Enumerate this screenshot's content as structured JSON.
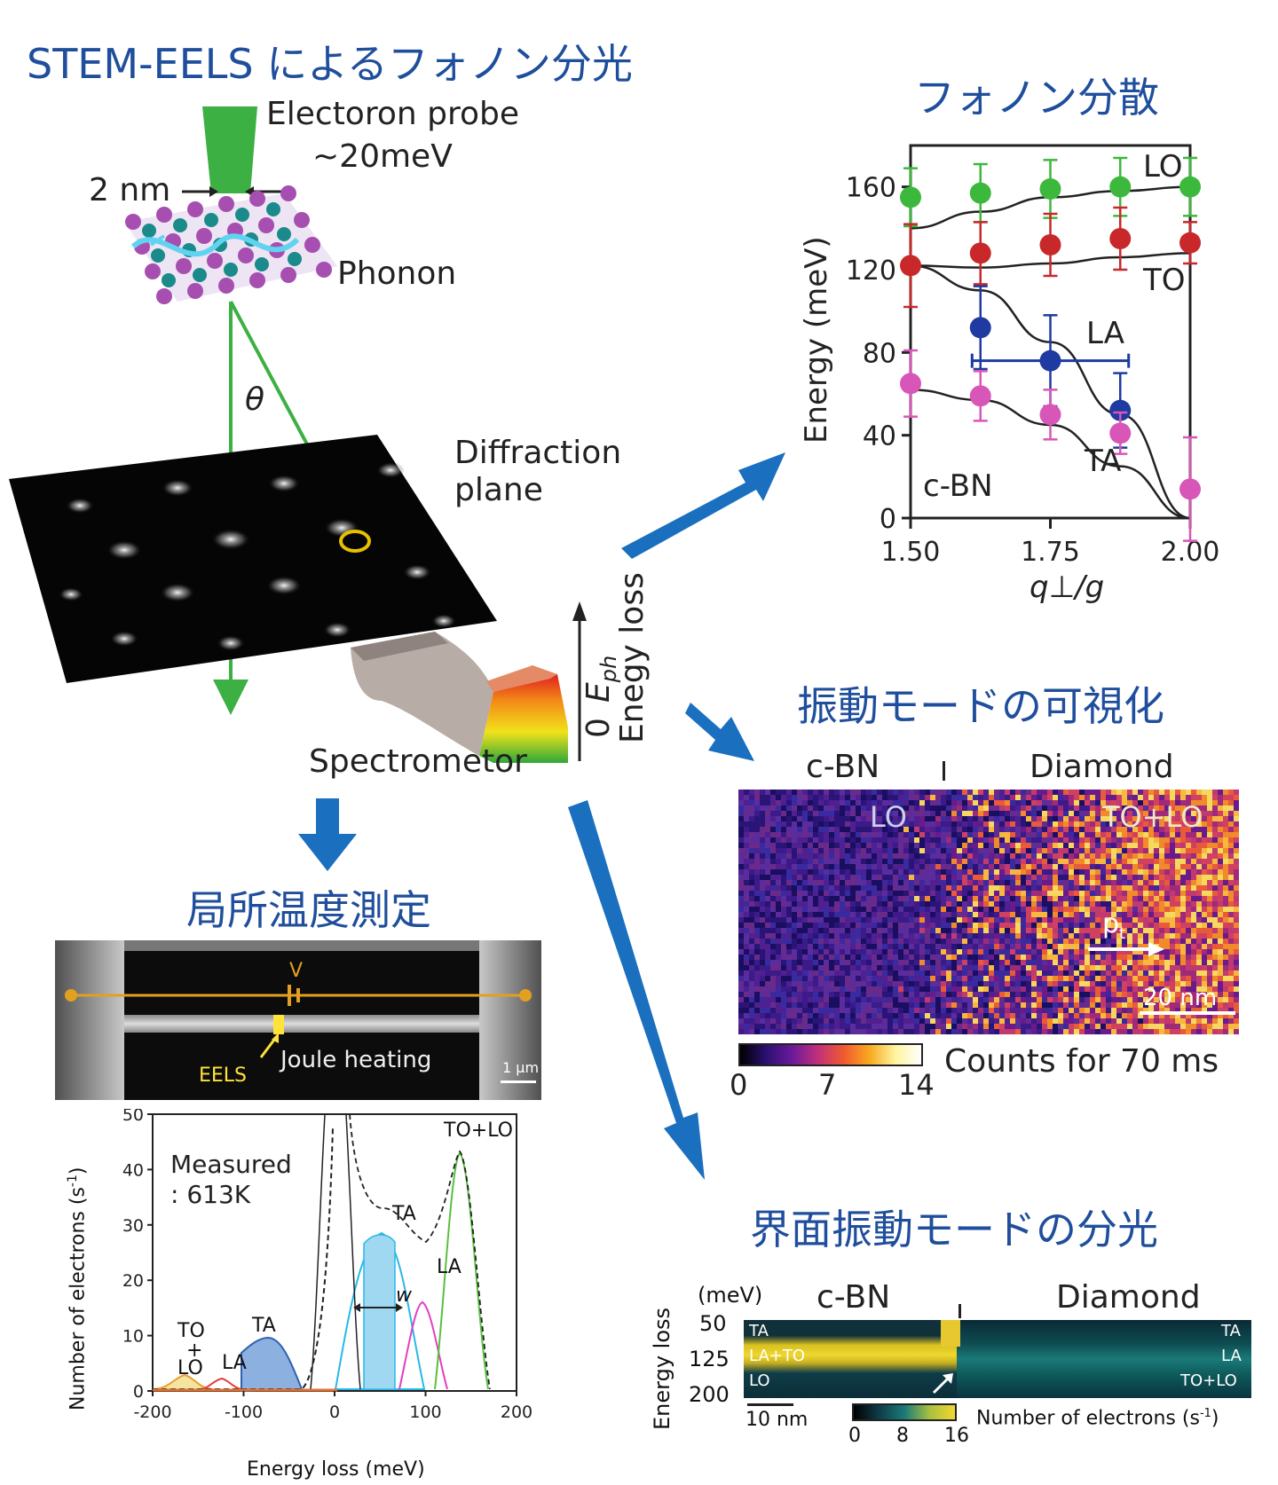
{
  "titles": {
    "main": "STEM-EELS によるフォノン分光",
    "dispersion": "フォノン分散",
    "vibration": "振動モードの可視化",
    "temperature": "局所温度測定",
    "interface": "界面振動モードの分光"
  },
  "schematic": {
    "probe_label_1": "Electoron probe",
    "probe_label_2": "~20meV",
    "size_label": "2 nm",
    "phonon_label": "Phonon",
    "theta_label": "θ",
    "diffraction_label_1": "Diffraction",
    "diffraction_label_2": "plane",
    "spectrometer_label": "Spectrometor",
    "energy_axis_label": "Enegy loss",
    "eph_label": "E",
    "eph_sub": "ph",
    "zero_label": "0"
  },
  "dispersion_chart": {
    "ylabel": "Energy (meV)",
    "xlabel": "q⊥/g",
    "material": "c-BN",
    "yticks": [
      "0",
      "40",
      "80",
      "120",
      "160"
    ],
    "xticks": [
      "1.50",
      "1.75",
      "2.00"
    ],
    "branch_labels": [
      "LO",
      "TO",
      "LA",
      "TA"
    ]
  },
  "vibration_map": {
    "left_label": "c-BN",
    "right_label": "Diamond",
    "left_mode": "LO",
    "right_mode": "TO+LO",
    "momentum_label": "p",
    "momentum_sub": "t",
    "scalebar": "20 nm",
    "colorbar_ticks": [
      "0",
      "7",
      "14"
    ],
    "colorbar_label": "Counts for 70 ms"
  },
  "temperature_image": {
    "voltage_label": "V",
    "eels_label": "EELS",
    "joule_label": "Joule heating",
    "scalebar": "1 μm"
  },
  "spectrum_chart": {
    "ylabel": "Number of electrons (s",
    "ylabel_sup": "-1",
    "ylabel_end": ")",
    "xlabel": "Energy loss (meV)",
    "measured_1": "Measured",
    "measured_2": ": 613K",
    "yticks": [
      "0",
      "10",
      "20",
      "30",
      "40",
      "50"
    ],
    "xticks": [
      "-200",
      "-100",
      "0",
      "100",
      "200"
    ],
    "peak_labels": {
      "to": "TO",
      "plus": "+",
      "lo": "LO",
      "la_neg": "LA",
      "ta_neg": "TA",
      "ta_pos": "TA",
      "la_pos": "LA",
      "tolo_pos": "TO+LO",
      "width": "w"
    }
  },
  "interface_map": {
    "ylabel": "Energy loss",
    "yunit": "(meV)",
    "yticks": [
      "50",
      "125",
      "200"
    ],
    "left_label": "c-BN",
    "right_label": "Diamond",
    "left_modes": [
      "TA",
      "LA+TO",
      "LO"
    ],
    "right_modes": [
      "TA",
      "LA",
      "TO+LO"
    ],
    "scalebar": "10 nm",
    "colorbar_ticks": [
      "0",
      "8",
      "16"
    ],
    "colorbar_label": "Number of electrons (s",
    "colorbar_sup": "-1",
    "colorbar_end": ")"
  },
  "chart_data": {
    "type": "scatter",
    "title": "フォノン分散",
    "xlabel": "q⊥/g",
    "ylabel": "Energy (meV)",
    "xlim": [
      1.5,
      2.0
    ],
    "ylim": [
      0,
      180
    ],
    "x": [
      1.5,
      1.625,
      1.75,
      1.875,
      2.0
    ],
    "series": [
      {
        "name": "LO",
        "color": "#3cb83c",
        "x": [
          1.5,
          1.625,
          1.75,
          1.875,
          2.0
        ],
        "values": [
          155,
          157,
          159,
          160,
          160
        ],
        "err": [
          14,
          14,
          14,
          14,
          14
        ]
      },
      {
        "name": "TO",
        "color": "#c8282a",
        "x": [
          1.5,
          1.625,
          1.75,
          1.875,
          2.0
        ],
        "values": [
          122,
          128,
          132,
          135,
          133
        ],
        "err": [
          20,
          15,
          15,
          15,
          10
        ]
      },
      {
        "name": "LA",
        "color": "#1f3aa0",
        "x": [
          1.625,
          1.75,
          1.875
        ],
        "values": [
          92,
          76,
          52
        ],
        "err": [
          20,
          22,
          18
        ]
      },
      {
        "name": "TA",
        "color": "#d856b8",
        "x": [
          1.5,
          1.625,
          1.75,
          1.875,
          2.0
        ],
        "values": [
          65,
          59,
          50,
          41,
          14
        ],
        "err": [
          16,
          12,
          12,
          10,
          25
        ]
      }
    ],
    "theory_curves": {
      "LO": [
        [
          1.5,
          140
        ],
        [
          1.625,
          148
        ],
        [
          1.75,
          155
        ],
        [
          1.875,
          158
        ],
        [
          2.0,
          160
        ]
      ],
      "TO": [
        [
          1.5,
          122
        ],
        [
          1.625,
          121
        ],
        [
          1.75,
          123
        ],
        [
          1.875,
          126
        ],
        [
          2.0,
          128
        ]
      ],
      "LA": [
        [
          1.5,
          122
        ],
        [
          1.625,
          110
        ],
        [
          1.75,
          85
        ],
        [
          1.875,
          50
        ],
        [
          2.0,
          0
        ]
      ],
      "TA": [
        [
          1.5,
          62
        ],
        [
          1.625,
          57
        ],
        [
          1.75,
          45
        ],
        [
          1.875,
          25
        ],
        [
          2.0,
          0
        ]
      ]
    }
  },
  "colors": {
    "title_blue": "#1f4e9c",
    "arrow_blue": "#1a6fbf",
    "beam_green": "#3cb043",
    "highlight_yellow": "#e8c000"
  }
}
